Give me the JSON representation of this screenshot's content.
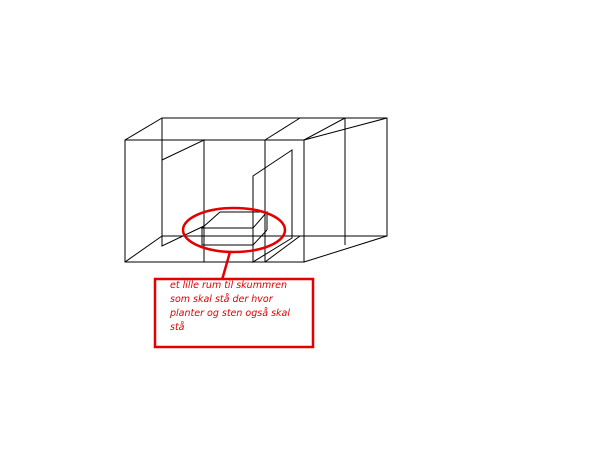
{
  "annotation": {
    "lines": [
      "et lille rum til skummren",
      "som skal stå der hvor",
      "planter og sten også skal",
      "stå"
    ]
  },
  "colors": {
    "drawing_lines": "#000000",
    "annotation": "#e30000",
    "background": "#ffffff"
  }
}
